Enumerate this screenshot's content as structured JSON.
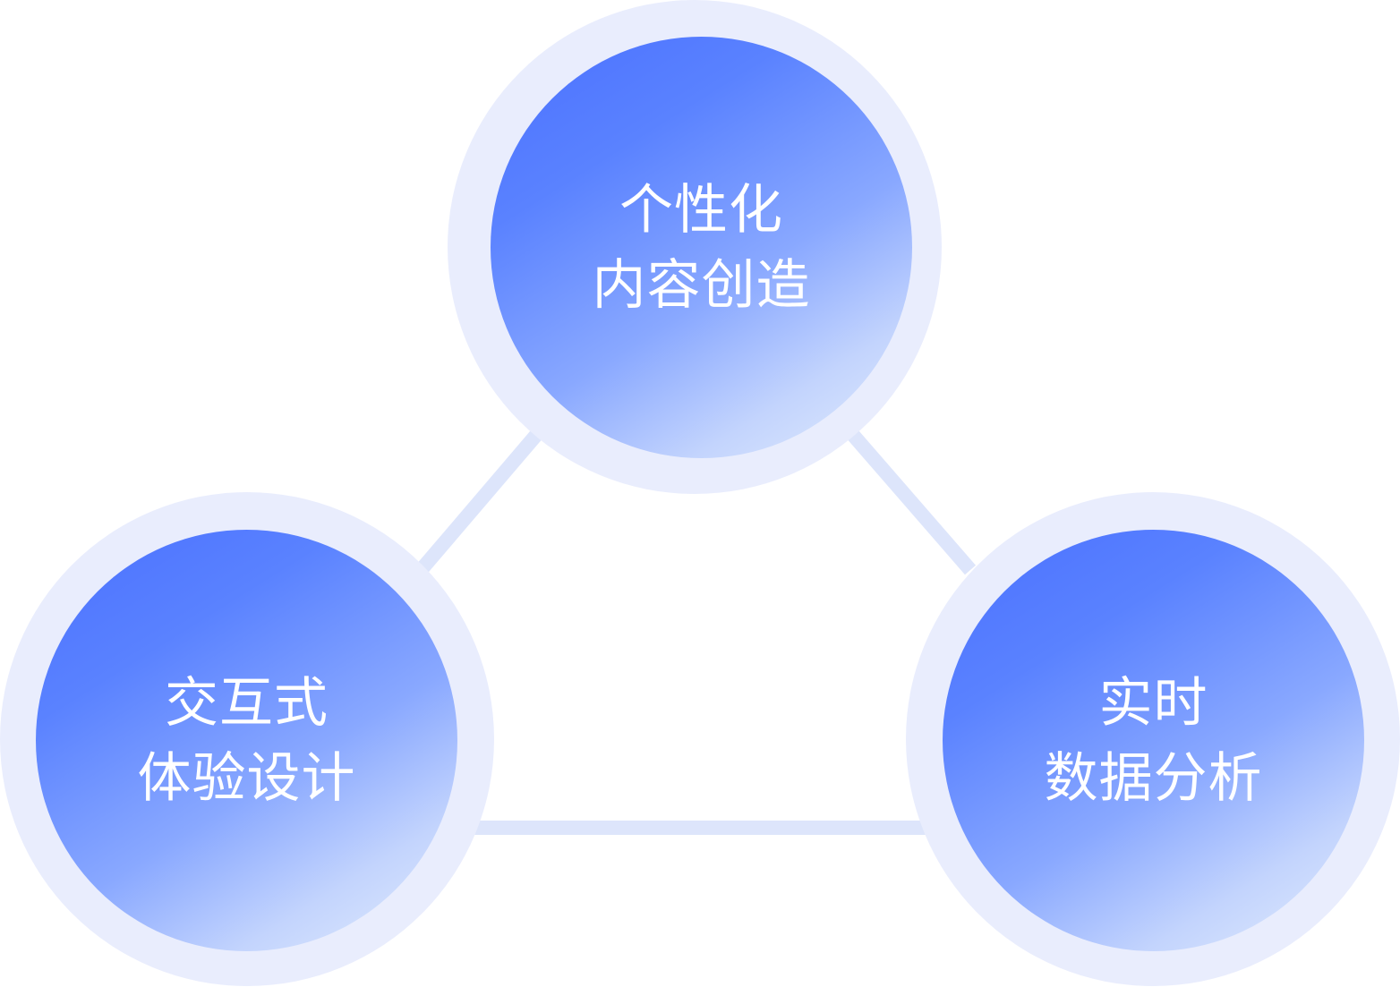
{
  "diagram": {
    "colors": {
      "connector": "#dde5fb",
      "ring": "#e9edfd",
      "gradient_start": "#4a70ff",
      "gradient_end": "#e3edfc",
      "label": "#ffffff"
    },
    "nodes": [
      {
        "id": "top",
        "line1": "个性化",
        "line2": "内容创造"
      },
      {
        "id": "left",
        "line1": "交互式",
        "line2": "体验设计"
      },
      {
        "id": "right",
        "line1": "实时",
        "line2": "数据分析"
      }
    ]
  }
}
